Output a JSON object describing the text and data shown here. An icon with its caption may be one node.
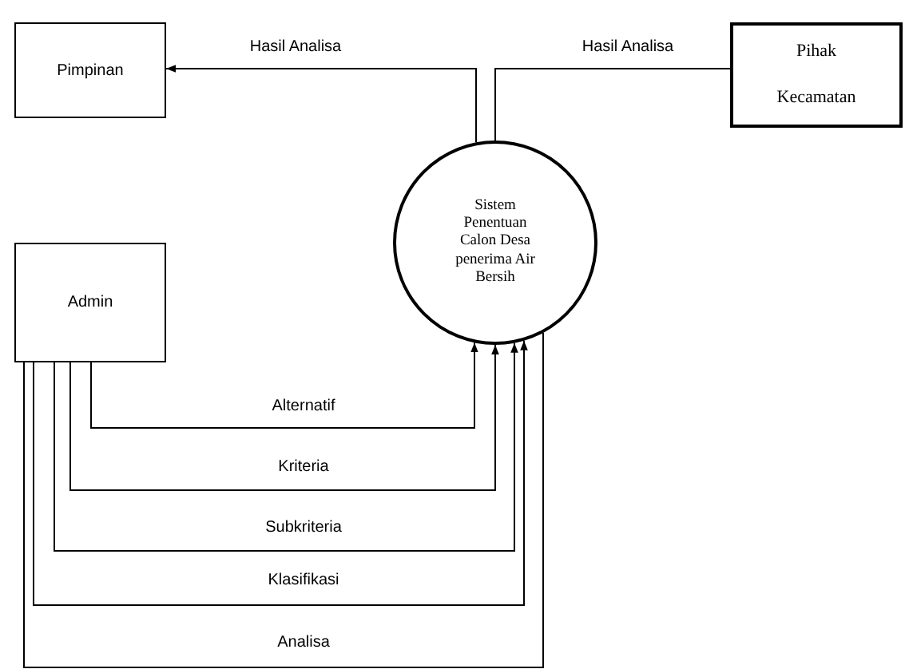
{
  "diagram": {
    "nodes": [
      {
        "text": [
          "Pimpinan"
        ]
      },
      {
        "text": [
          "Pihak Kecamatan"
        ]
      },
      {
        "text": [
          "Sistem Penentuan Calon Desa penerima Air Bersih"
        ]
      },
      {
        "text": [
          "Admin"
        ]
      }
    ],
    "edges": [
      {
        "from": 2,
        "to": 0,
        "arrow": "to",
        "label": "Hasil Analisa"
      },
      {
        "from": 1,
        "to": 2,
        "arrow": "none",
        "label": "Hasil Analisa"
      },
      {
        "from": 3,
        "to": 2,
        "arrow": "to",
        "label": "Alternatif"
      },
      {
        "from": 3,
        "to": 2,
        "arrow": "to",
        "label": "Kriteria"
      },
      {
        "from": 3,
        "to": 2,
        "arrow": "to",
        "label": "Subkriteria"
      },
      {
        "from": 3,
        "to": 2,
        "arrow": "to",
        "label": "Klasifikasi"
      },
      {
        "from": 3,
        "to": 2,
        "arrow": "none",
        "label": "Analisa"
      }
    ]
  }
}
